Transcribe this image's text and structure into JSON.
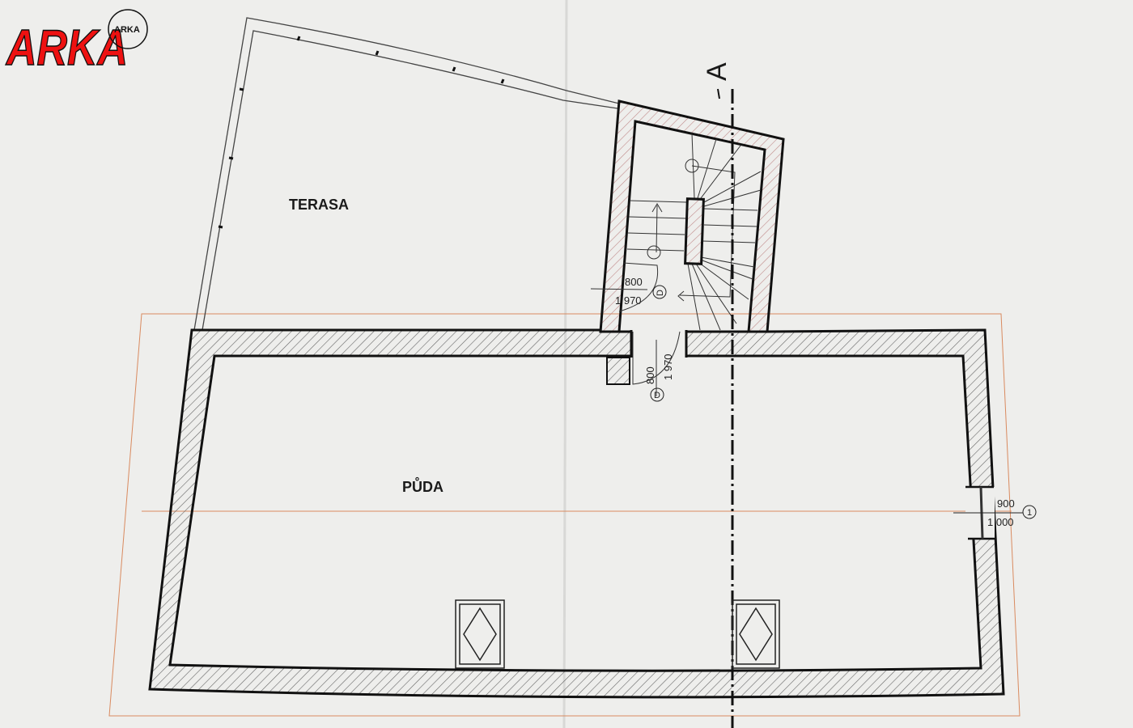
{
  "logo": {
    "text": "ARKA",
    "seal_text": "ARKA",
    "color": "#ee1111"
  },
  "rooms": {
    "terasa": "TERASA",
    "puda": "PŮDA"
  },
  "section": {
    "label": "A"
  },
  "doors": [
    {
      "width": "800",
      "height": "1 970",
      "tag": "D"
    },
    {
      "width": "800",
      "height": "1 970",
      "tag": "D"
    }
  ],
  "window": {
    "width": "900",
    "height": "1 000",
    "tag": "1"
  },
  "colors": {
    "wall": "#111111",
    "hatch": "#555555",
    "stair_hatch": "#b07070",
    "grid": "#d98a5f",
    "paper": "#eeeeec"
  }
}
